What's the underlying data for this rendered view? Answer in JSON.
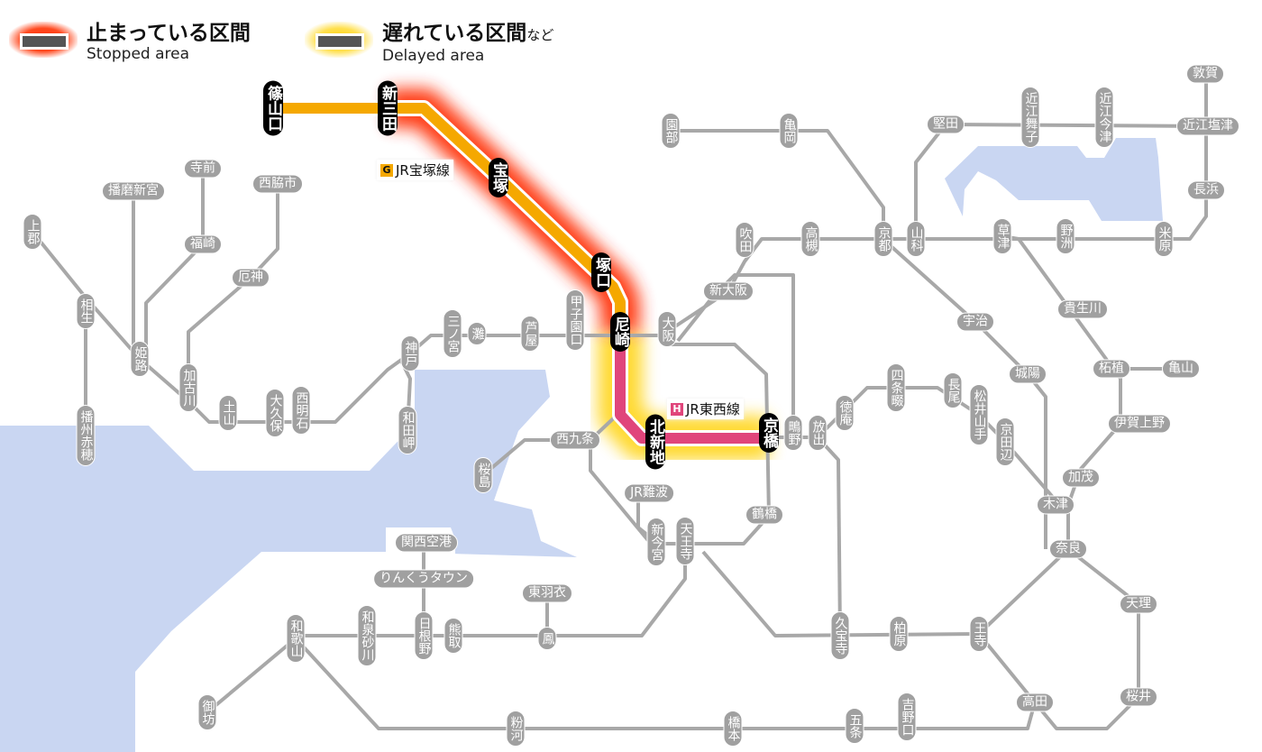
{
  "legend": {
    "stopped": {
      "jp": "止まっている区間",
      "en": "Stopped area"
    },
    "delayed": {
      "jp": "遅れている区間",
      "jp_suffix": "など",
      "en": "Delayed area"
    }
  },
  "lines": {
    "takarazuka": {
      "symbol": "G",
      "name": "JR宝塚線",
      "color": "#f5a800"
    },
    "tozai": {
      "symbol": "H",
      "name": "JR東西線",
      "color": "#e0457b"
    }
  },
  "colors": {
    "stopped": "#ff2a00",
    "delayed": "#ffd000",
    "track": "#a8a8a8",
    "water": "#c9d6f2"
  },
  "stations": [
    {
      "id": "sasayamaguchi",
      "name": "篠山口",
      "status": "affected"
    },
    {
      "id": "shinsanda",
      "name": "新三田",
      "status": "affected"
    },
    {
      "id": "takarazuka",
      "name": "宝塚",
      "status": "affected"
    },
    {
      "id": "tsukaguchi",
      "name": "塚口",
      "status": "affected"
    },
    {
      "id": "amagasaki",
      "name": "尼崎",
      "status": "affected"
    },
    {
      "id": "kitashinchi",
      "name": "北新地",
      "status": "affected"
    },
    {
      "id": "kyobashi",
      "name": "京橋",
      "status": "affected"
    },
    {
      "id": "kamigori",
      "name": "上郡",
      "status": "normal"
    },
    {
      "id": "aioi",
      "name": "相生",
      "status": "normal"
    },
    {
      "id": "banshuako",
      "name": "播州赤穂",
      "status": "normal"
    },
    {
      "id": "harimashingu",
      "name": "播磨新宮",
      "status": "normal"
    },
    {
      "id": "teramae",
      "name": "寺前",
      "status": "normal"
    },
    {
      "id": "fukusaki",
      "name": "福崎",
      "status": "normal"
    },
    {
      "id": "nishiwakishi",
      "name": "西脇市",
      "status": "normal"
    },
    {
      "id": "himeji",
      "name": "姫路",
      "status": "normal"
    },
    {
      "id": "kakogawa",
      "name": "加古川",
      "status": "normal"
    },
    {
      "id": "yakujin",
      "name": "厄神",
      "status": "normal"
    },
    {
      "id": "tsuchiyama",
      "name": "土山",
      "status": "normal"
    },
    {
      "id": "okubo",
      "name": "大久保",
      "status": "normal"
    },
    {
      "id": "nishiakashi",
      "name": "西明石",
      "status": "normal"
    },
    {
      "id": "kobe",
      "name": "神戸",
      "status": "normal"
    },
    {
      "id": "wadamisaki",
      "name": "和田岬",
      "status": "normal"
    },
    {
      "id": "sannomiya",
      "name": "三ノ宮",
      "status": "normal"
    },
    {
      "id": "nada",
      "name": "灘",
      "status": "normal"
    },
    {
      "id": "ashiya",
      "name": "芦屋",
      "status": "normal"
    },
    {
      "id": "koshienguchi",
      "name": "甲子園口",
      "status": "normal"
    },
    {
      "id": "osaka",
      "name": "大阪",
      "status": "normal"
    },
    {
      "id": "shinosaka",
      "name": "新大阪",
      "status": "normal"
    },
    {
      "id": "suita",
      "name": "吹田",
      "status": "normal"
    },
    {
      "id": "takatsuki",
      "name": "高槻",
      "status": "normal"
    },
    {
      "id": "sonobe",
      "name": "園部",
      "status": "normal"
    },
    {
      "id": "kameoka",
      "name": "亀岡",
      "status": "normal"
    },
    {
      "id": "kyoto",
      "name": "京都",
      "status": "normal"
    },
    {
      "id": "yamashina",
      "name": "山科",
      "status": "normal"
    },
    {
      "id": "katata",
      "name": "堅田",
      "status": "normal"
    },
    {
      "id": "omimaiko",
      "name": "近江舞子",
      "status": "normal"
    },
    {
      "id": "omiimazu",
      "name": "近江今津",
      "status": "normal"
    },
    {
      "id": "tsuruga",
      "name": "敦賀",
      "status": "normal"
    },
    {
      "id": "omishiotsu",
      "name": "近江塩津",
      "status": "normal"
    },
    {
      "id": "nagahama",
      "name": "長浜",
      "status": "normal"
    },
    {
      "id": "kusatsu",
      "name": "草津",
      "status": "normal"
    },
    {
      "id": "yasu",
      "name": "野洲",
      "status": "normal"
    },
    {
      "id": "maibara",
      "name": "米原",
      "status": "normal"
    },
    {
      "id": "uji",
      "name": "宇治",
      "status": "normal"
    },
    {
      "id": "kibukawa",
      "name": "貴生川",
      "status": "normal"
    },
    {
      "id": "joyo",
      "name": "城陽",
      "status": "normal"
    },
    {
      "id": "tsuge",
      "name": "柘植",
      "status": "normal"
    },
    {
      "id": "kameyama",
      "name": "亀山",
      "status": "normal"
    },
    {
      "id": "igaueno",
      "name": "伊賀上野",
      "status": "normal"
    },
    {
      "id": "kamo",
      "name": "加茂",
      "status": "normal"
    },
    {
      "id": "kizu",
      "name": "木津",
      "status": "normal"
    },
    {
      "id": "nara",
      "name": "奈良",
      "status": "normal"
    },
    {
      "id": "tenri",
      "name": "天理",
      "status": "normal"
    },
    {
      "id": "sakurai",
      "name": "桜井",
      "status": "normal"
    },
    {
      "id": "takada",
      "name": "高田",
      "status": "normal"
    },
    {
      "id": "oji",
      "name": "王寺",
      "status": "normal"
    },
    {
      "id": "kashiwara",
      "name": "柏原",
      "status": "normal"
    },
    {
      "id": "kyuhoji",
      "name": "久宝寺",
      "status": "normal"
    },
    {
      "id": "hanaten",
      "name": "放出",
      "status": "normal"
    },
    {
      "id": "shigino",
      "name": "鴫野",
      "status": "normal"
    },
    {
      "id": "tokuan",
      "name": "徳庵",
      "status": "normal"
    },
    {
      "id": "shijonawate",
      "name": "四条畷",
      "status": "normal"
    },
    {
      "id": "nagao",
      "name": "長尾",
      "status": "normal"
    },
    {
      "id": "matsuiyamate",
      "name": "松井山手",
      "status": "normal"
    },
    {
      "id": "kyotanabe",
      "name": "京田辺",
      "status": "normal"
    },
    {
      "id": "nishikujo",
      "name": "西九条",
      "status": "normal"
    },
    {
      "id": "sakurajima",
      "name": "桜島",
      "status": "normal"
    },
    {
      "id": "jrnamba",
      "name": "JR難波",
      "status": "normal"
    },
    {
      "id": "shinimamiya",
      "name": "新今宮",
      "status": "normal"
    },
    {
      "id": "tennoji",
      "name": "天王寺",
      "status": "normal"
    },
    {
      "id": "tsuruhashi",
      "name": "鶴橋",
      "status": "normal"
    },
    {
      "id": "higashihagoromo",
      "name": "東羽衣",
      "status": "normal"
    },
    {
      "id": "otori",
      "name": "鳳",
      "status": "normal"
    },
    {
      "id": "kansaiairport",
      "name": "関西空港",
      "status": "normal"
    },
    {
      "id": "rinkutown",
      "name": "りんくうタウン",
      "status": "normal"
    },
    {
      "id": "hineno",
      "name": "日根野",
      "status": "normal"
    },
    {
      "id": "kumatori",
      "name": "熊取",
      "status": "normal"
    },
    {
      "id": "izumisunagawa",
      "name": "和泉砂川",
      "status": "normal"
    },
    {
      "id": "wakayama",
      "name": "和歌山",
      "status": "normal"
    },
    {
      "id": "gobo",
      "name": "御坊",
      "status": "normal"
    },
    {
      "id": "kokawa",
      "name": "粉河",
      "status": "normal"
    },
    {
      "id": "hashimoto",
      "name": "橋本",
      "status": "normal"
    },
    {
      "id": "gojo",
      "name": "五条",
      "status": "normal"
    },
    {
      "id": "yoshinoguchi",
      "name": "吉野口",
      "status": "normal"
    }
  ]
}
